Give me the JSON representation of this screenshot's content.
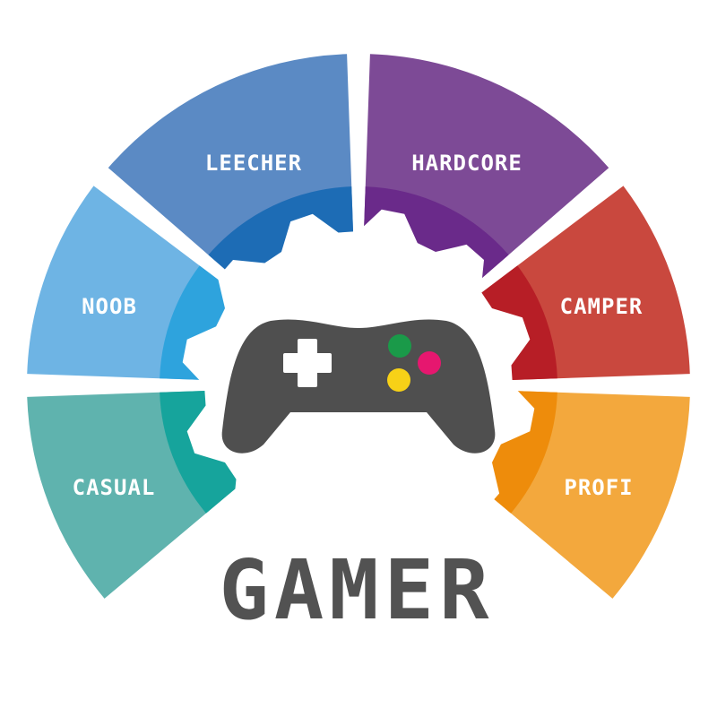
{
  "title": "GAMER",
  "segments": [
    {
      "key": "casual",
      "label": "CASUAL",
      "outer_color": "#5fb3ae",
      "inner_color": "#16a49c"
    },
    {
      "key": "noob",
      "label": "NOOB",
      "outer_color": "#6eb4e4",
      "inner_color": "#2ea3dd"
    },
    {
      "key": "leecher",
      "label": "LEECHER",
      "outer_color": "#5b8ac4",
      "inner_color": "#1d6cb5"
    },
    {
      "key": "hardcore",
      "label": "HARDCORE",
      "outer_color": "#7d4a96",
      "inner_color": "#6a2a8a"
    },
    {
      "key": "camper",
      "label": "CAMPER",
      "outer_color": "#c9483e",
      "inner_color": "#b71e26"
    },
    {
      "key": "profi",
      "label": "PROFI",
      "outer_color": "#f3a83d",
      "inner_color": "#ee8c0b"
    }
  ],
  "controller": {
    "icon": "gamepad-icon",
    "body_color": "#4f4f4f",
    "dpad_color": "#ffffff",
    "buttons": [
      {
        "name": "green-button",
        "color": "#1a9a49"
      },
      {
        "name": "pink-button",
        "color": "#e6176f"
      },
      {
        "name": "yellow-button",
        "color": "#f7d117"
      }
    ]
  }
}
